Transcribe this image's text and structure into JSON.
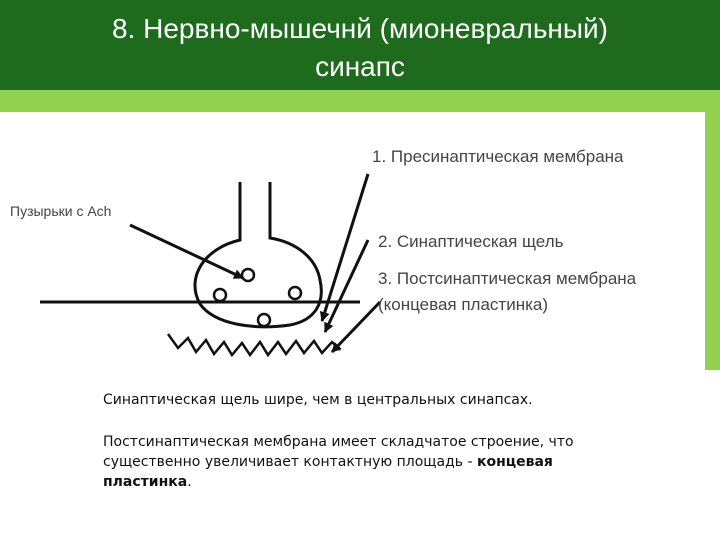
{
  "slide": {
    "title_line1": "8. Нервно-мышечнй (мионевральный)",
    "title_line2": "синапс"
  },
  "diagram": {
    "labels": {
      "vesicles": "Пузырьки с Ach",
      "presynaptic": "1. Пресинаптическая мембрана",
      "cleft": "2. Синаптическая щель",
      "postsynaptic": "3. Постсинаптическая мембрана",
      "endplate": "(концевая пластинка)"
    }
  },
  "caption": {
    "line1": "Синаптическая щель шире, чем в центральных синапсах.",
    "line2_prefix": "Постсинаптическая мембрана имеет складчатое строение, что существенно увеличивает контактную площадь - ",
    "line2_bold": "концевая пластинка",
    "line2_suffix": "."
  }
}
